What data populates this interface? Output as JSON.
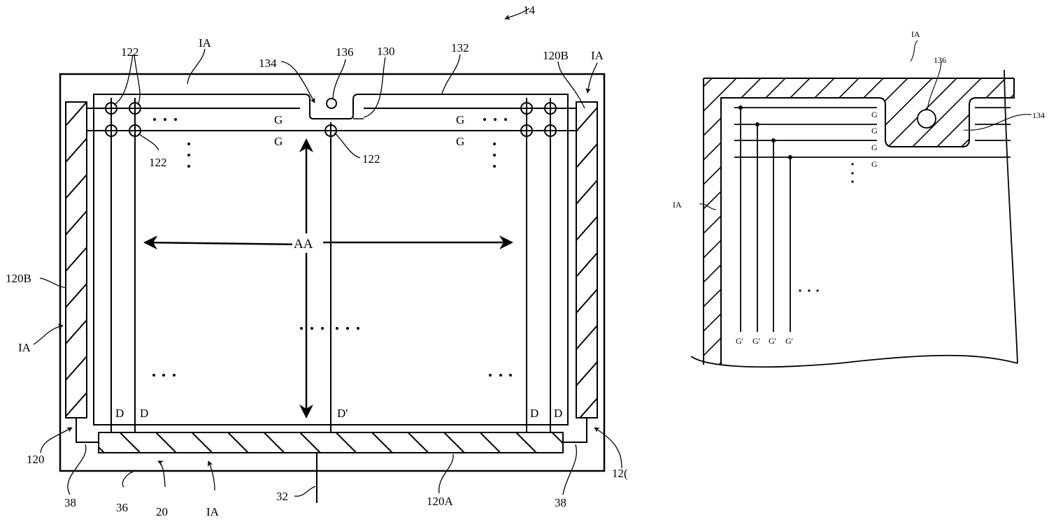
{
  "figure": {
    "reference": "14",
    "left_view": {
      "labels": {
        "ref_122_top": "122",
        "ref_122_bottom_left": "122",
        "ref_122_center": "122",
        "ia_top": "IA",
        "ref_134": "134",
        "ref_136": "136",
        "ref_130": "130",
        "ref_132": "132",
        "ref_120b_right": "120B",
        "ia_right": "IA",
        "ref_120b_left": "120B",
        "ia_left": "IA",
        "active_area": "AA",
        "ref_120_left": "120",
        "ref_120_right": "12(",
        "ref_38_left": "38",
        "ref_38_right": "38",
        "ref_36": "36",
        "ref_20": "20",
        "ia_bottom": "IA",
        "ref_32": "32",
        "ref_120a": "120A"
      },
      "gate_lines": [
        "G",
        "G",
        "G",
        "G"
      ],
      "data_lines": [
        "D",
        "D",
        "D'",
        "D",
        "D"
      ],
      "ellipsis": "• • •",
      "center_ellipsis": "• • • • • •"
    },
    "right_view": {
      "labels": {
        "ia_top": "IA",
        "ref_136": "136",
        "ref_134": "134",
        "ia_left": "IA"
      },
      "gate_lines": [
        "G",
        "G",
        "G",
        "G"
      ],
      "gate_prime_lines": [
        "G'",
        "G'",
        "G'",
        "G'"
      ],
      "ellipsis": "• • •"
    }
  }
}
